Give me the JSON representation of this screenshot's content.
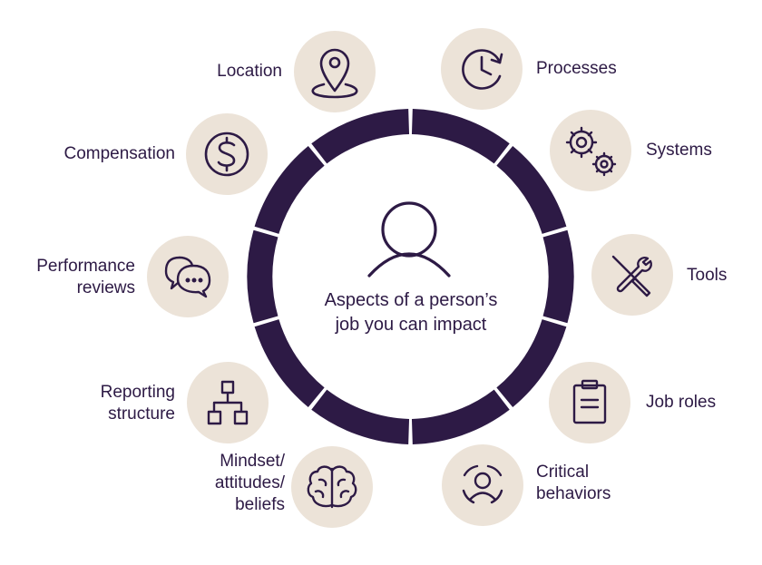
{
  "center": {
    "line1": "Aspects of a person’s",
    "line2": "job you can impact",
    "icon": "person-icon"
  },
  "colors": {
    "ring": "#2d1a45",
    "circle_fill": "#ece3d8",
    "icon_stroke": "#2d1a45",
    "text": "#2d1a45"
  },
  "aspects": [
    {
      "lines": [
        "Location"
      ],
      "icon": "map-pin-icon"
    },
    {
      "lines": [
        "Processes"
      ],
      "icon": "clock-refresh-icon"
    },
    {
      "lines": [
        "Compensation"
      ],
      "icon": "dollar-icon"
    },
    {
      "lines": [
        "Systems"
      ],
      "icon": "gears-icon"
    },
    {
      "lines": [
        "Performance",
        "reviews"
      ],
      "icon": "chat-bubbles-icon"
    },
    {
      "lines": [
        "Tools"
      ],
      "icon": "tools-icon"
    },
    {
      "lines": [
        "Reporting",
        "structure"
      ],
      "icon": "org-chart-icon"
    },
    {
      "lines": [
        "Job roles"
      ],
      "icon": "clipboard-icon"
    },
    {
      "lines": [
        "Mindset/",
        "attitudes/",
        "beliefs"
      ],
      "icon": "brain-icon"
    },
    {
      "lines": [
        "Critical",
        "behaviors"
      ],
      "icon": "person-focus-icon"
    }
  ]
}
